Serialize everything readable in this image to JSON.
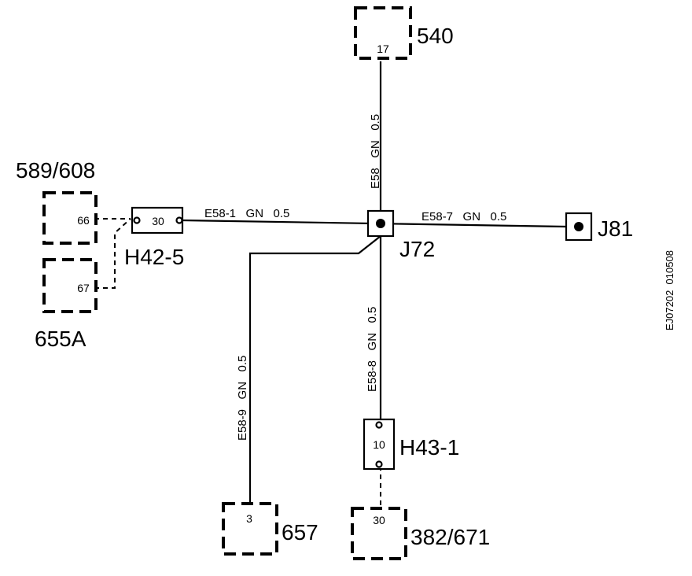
{
  "components": {
    "c540": {
      "label": "540",
      "pin": "17"
    },
    "c589_608": {
      "label": "589/608",
      "pin": "66"
    },
    "c655a": {
      "label": "655A",
      "pin": "67"
    },
    "c657": {
      "label": "657",
      "pin": "3"
    },
    "c382_671": {
      "label": "382/671",
      "pin": "30"
    }
  },
  "connectors": {
    "h42_5": {
      "label": "H42-5",
      "pin": "30"
    },
    "h43_1": {
      "label": "H43-1",
      "pin": "10"
    },
    "j72": {
      "label": "J72"
    },
    "j81": {
      "label": "J81"
    }
  },
  "wires": {
    "e58": "E58   GN   0.5",
    "e58_1": "E58-1   GN   0.5",
    "e58_7": "E58-7   GN   0.5",
    "e58_8": "E58-8   GN   0.5",
    "e58_9": "E58-9   GN   0.5"
  },
  "drawing_code": "EJ07202  010508"
}
